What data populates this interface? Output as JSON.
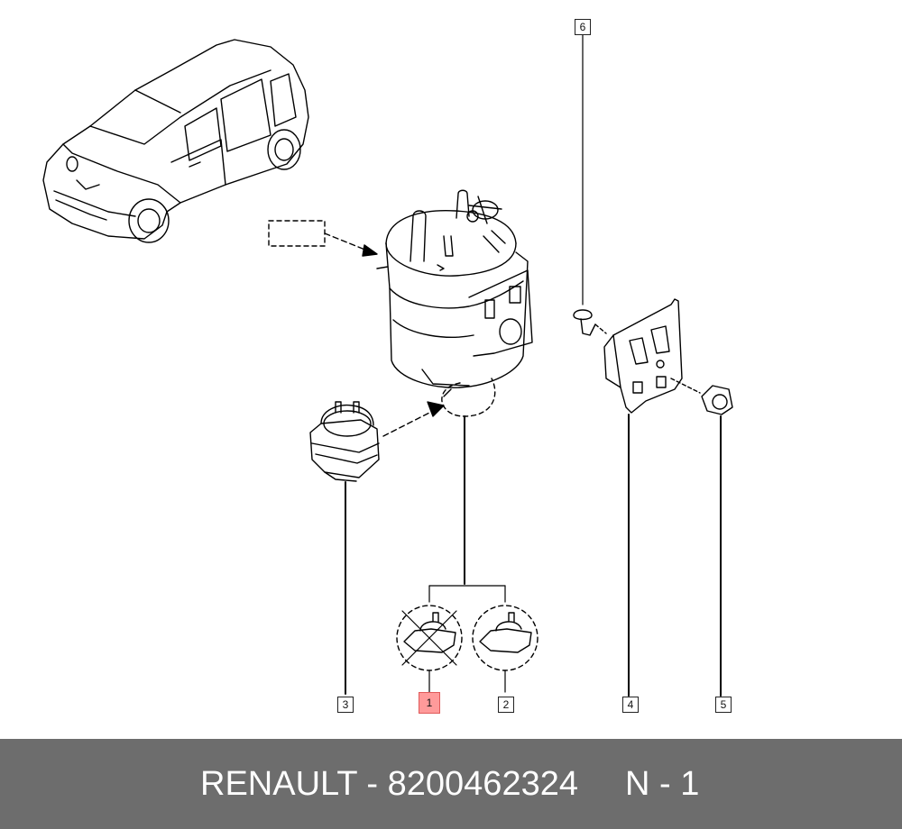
{
  "callouts": {
    "c1": "1",
    "c2": "2",
    "c3": "3",
    "c4": "4",
    "c5": "5",
    "c6": "6"
  },
  "footer": {
    "brand": "RENAULT",
    "dash": "-",
    "part_number": "8200462324",
    "position": "N - 1"
  },
  "colors": {
    "footer_bg": "#6d6d6d",
    "highlight": "#ff9a9a"
  }
}
